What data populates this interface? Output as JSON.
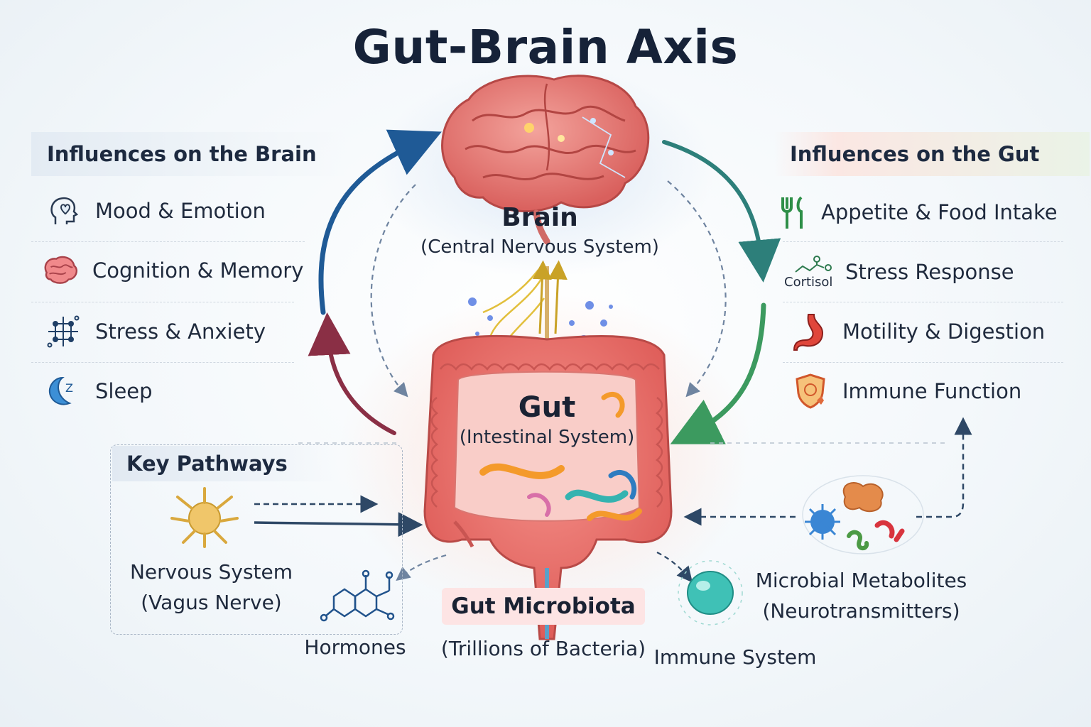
{
  "title": "Gut-Brain Axis",
  "brain_influences": {
    "heading": "Influences on the Brain",
    "items": [
      {
        "label": "Mood & Emotion",
        "icon": "head-heart-icon"
      },
      {
        "label": "Cognition & Memory",
        "icon": "brain-icon"
      },
      {
        "label": "Stress & Anxiety",
        "icon": "neural-network-icon"
      },
      {
        "label": "Sleep",
        "icon": "moon-sleep-icon"
      }
    ]
  },
  "gut_influences": {
    "heading": "Influences on the Gut",
    "items": [
      {
        "label": "Appetite & Food Intake",
        "icon": "fork-knife-icon"
      },
      {
        "label": "Stress Response",
        "icon": "cortisol-molecule-icon",
        "icon_text": "Cortisol"
      },
      {
        "label": "Motility & Digestion",
        "icon": "stomach-icon"
      },
      {
        "label": "Immune Function",
        "icon": "shield-icon"
      }
    ]
  },
  "brain": {
    "title": "Brain",
    "subtitle": "(Central Nervous System)"
  },
  "gut": {
    "title": "Gut",
    "subtitle": "(Intestinal System)"
  },
  "key_pathways": {
    "heading": "Key Pathways",
    "nervous_system": {
      "line1": "Nervous System",
      "line2": "(Vagus Nerve)"
    },
    "hormones": "Hormones",
    "microbiota": {
      "title": "Gut Microbiota",
      "subtitle": "(Trillions of Bacteria)"
    },
    "immune_system": "Immune System",
    "metabolites": {
      "line1": "Microbial Metabolites",
      "line2": "(Neurotransmitters)"
    }
  },
  "colors": {
    "title": "#162238",
    "arrow_blue": "#1f5a96",
    "arrow_maroon": "#8a2f45",
    "arrow_teal": "#2d7f7a",
    "arrow_green": "#3c9a5f",
    "gut_pink": "#e96f6a",
    "brain_pink": "#e2807c"
  }
}
